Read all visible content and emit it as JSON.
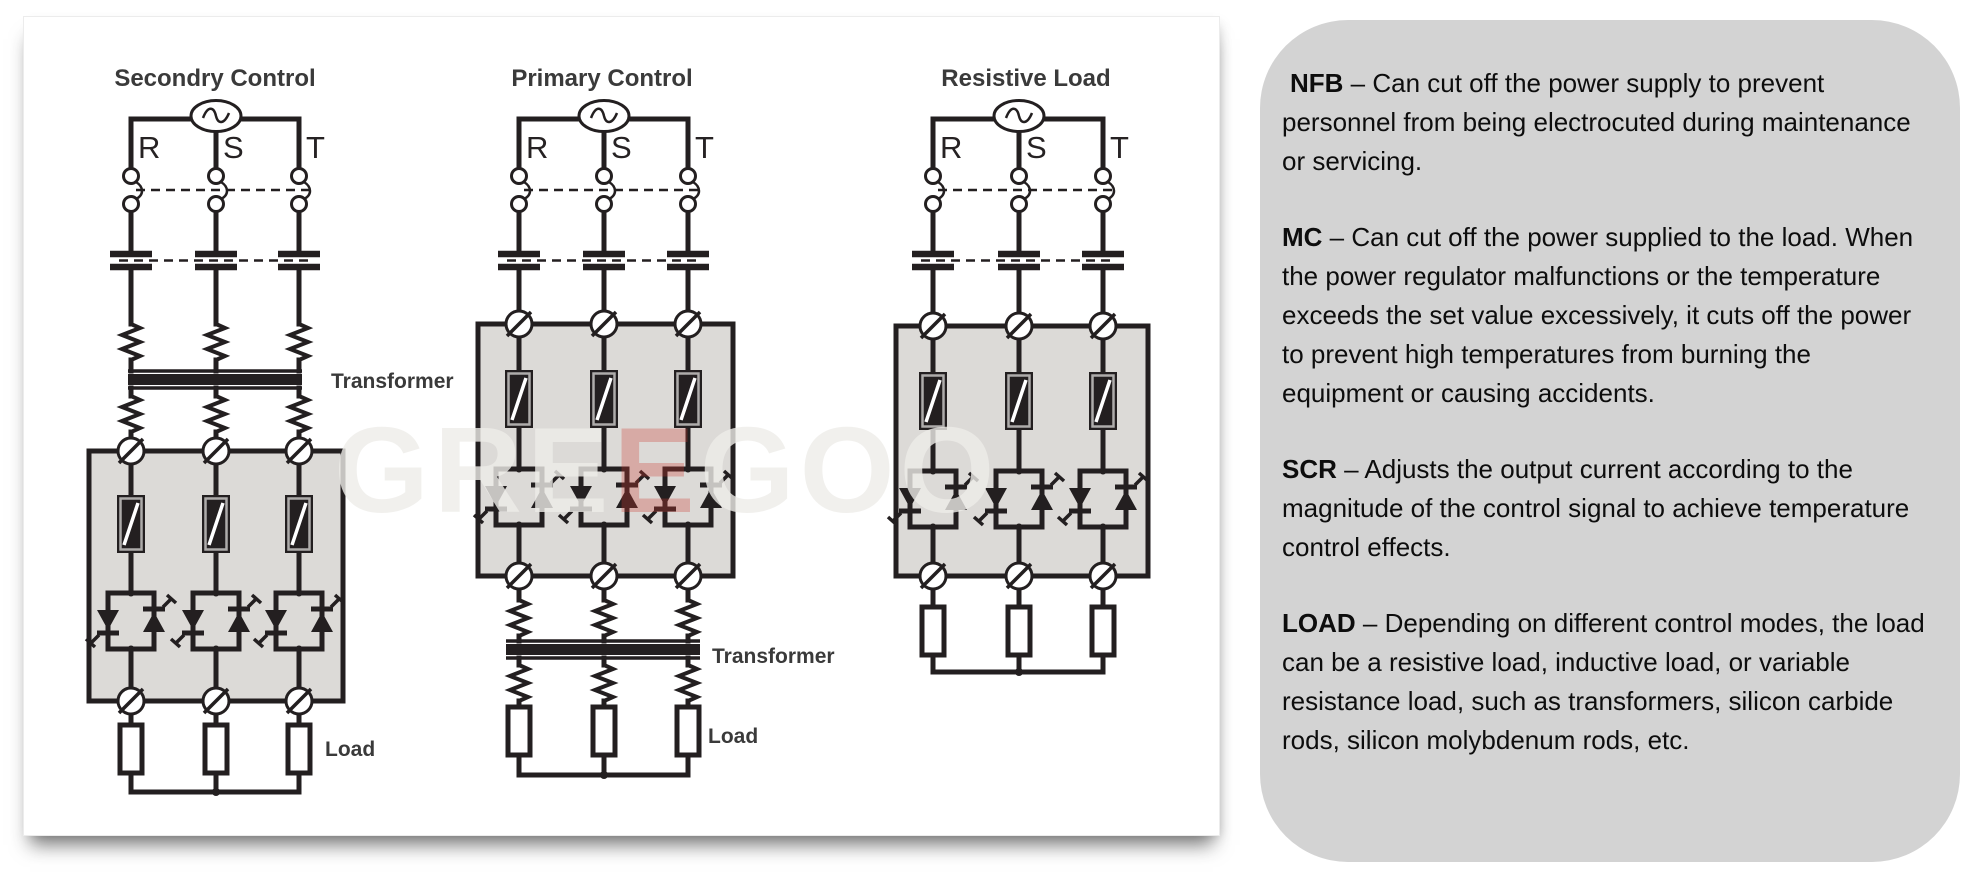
{
  "diagram_panel": {
    "watermark": {
      "part1": "GRE",
      "part2": "E",
      "part3": "GOO",
      "full_text": "GREEGOO"
    },
    "diagrams": [
      {
        "title": "Secondry Control",
        "phases": [
          "R",
          "S",
          "T"
        ],
        "transformer_label": "Transformer",
        "load_label": "Load"
      },
      {
        "title": "Primary Control",
        "phases": [
          "R",
          "S",
          "T"
        ],
        "transformer_label": "Transformer",
        "load_label": "Load"
      },
      {
        "title": "Resistive Load",
        "phases": [
          "R",
          "S",
          "T"
        ]
      }
    ]
  },
  "legend_panel": {
    "items": [
      {
        "term": "NFB",
        "desc": "– Can cut off the power supply to prevent personnel from being electrocuted during maintenance or servicing."
      },
      {
        "term": "MC",
        "desc": "– Can cut off the power supplied to the load. When the power regulator malfunctions or the temperature exceeds the set value excessively, it cuts off the power to prevent high temperatures from burning the equipment or causing accidents."
      },
      {
        "term": "SCR",
        "desc": "– Adjusts the output current according to the magnitude of the control signal to achieve temperature control effects."
      },
      {
        "term": "LOAD",
        "desc": "– Depending on different control modes, the load can be a resistive load, inductive load, or variable resistance load, such as transformers, silicon carbide rods, silicon molybdenum rods, etc."
      }
    ]
  },
  "colors": {
    "line": "#231f20",
    "scr_box_fill": "#dcdad7",
    "legend_background": "#d3d3d3",
    "watermark_red": "#cd3c32",
    "label_gray": "#3a3a3a"
  }
}
